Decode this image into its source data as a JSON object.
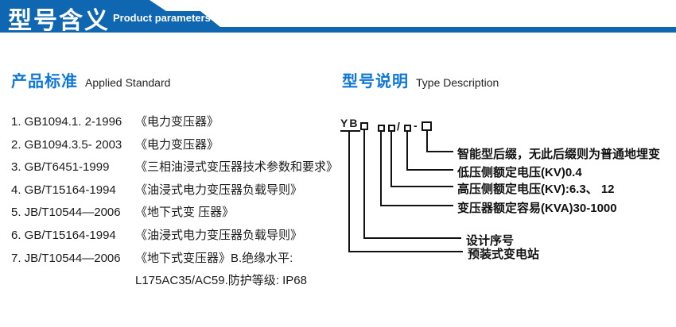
{
  "header": {
    "title": "型号含义",
    "subtitle": "Product parameters"
  },
  "colors": {
    "banner_blue": "#0f67b1",
    "heading_blue": "#0e76d6",
    "line_black": "#111111"
  },
  "applied_standard": {
    "heading_zh": "产品标准",
    "heading_en": "Applied Standard",
    "items": [
      {
        "code": "1. GB1094.1. 2-1996",
        "title": "《电力变压器》"
      },
      {
        "code": "2. GB1094.3.5- 2003",
        "title": "《电力变压器》"
      },
      {
        "code": "3. GB/T6451-1999",
        "title": "《三相油浸式变压器技术参数和要求》"
      },
      {
        "code": "4. GB/T15164-1994",
        "title": "《油浸式电力变压器负载导则》"
      },
      {
        "code": "5. JB/T10544—2006",
        "title": "《地下式变 压器》"
      },
      {
        "code": "6. GB/T15164-1994",
        "title": "《油浸式电力变压器负载导则》"
      },
      {
        "code": "7. JB/T10544—2006",
        "title": "《地下式变压器》B.绝缘水平:"
      }
    ],
    "continuation": "L175AC35/AC59.防护等级: IP68"
  },
  "type_description": {
    "heading_zh": "型号说明",
    "heading_en": "Type Description",
    "model_prefix": "YB",
    "slash": "/",
    "dash": "-",
    "labels": [
      "智能型后缀，无此后缀则为普通地埋变",
      "低压侧额定电压(KV)0.4",
      "高压侧额定电压(KV):6.3、 12",
      "变压器额定容易(KVA)30-1000",
      "设计序号",
      "预装式变电站"
    ]
  }
}
